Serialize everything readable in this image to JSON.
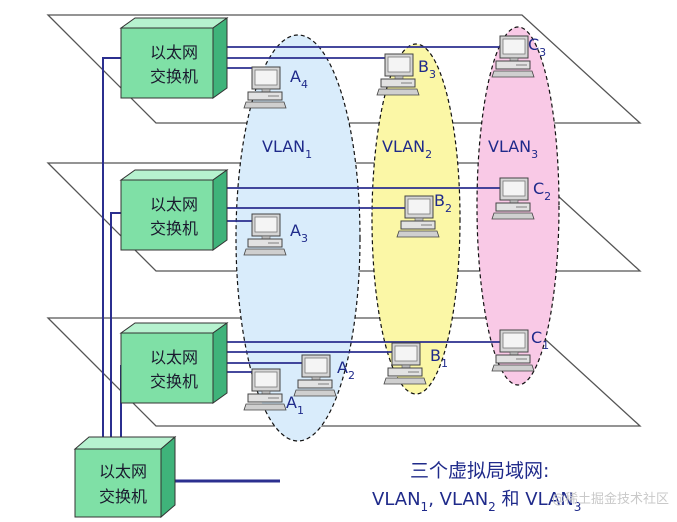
{
  "switch_label": [
    "以太网",
    "交换机"
  ],
  "vlans": [
    {
      "base": "VLAN",
      "sub": "1",
      "color": "#d9ecfb"
    },
    {
      "base": "VLAN",
      "sub": "2",
      "color": "#fbf7a6"
    },
    {
      "base": "VLAN",
      "sub": "3",
      "color": "#f9c9e6"
    }
  ],
  "hosts": [
    {
      "base": "A",
      "sub": "4"
    },
    {
      "base": "A",
      "sub": "3"
    },
    {
      "base": "A",
      "sub": "2"
    },
    {
      "base": "A",
      "sub": "1"
    },
    {
      "base": "B",
      "sub": "3"
    },
    {
      "base": "B",
      "sub": "2"
    },
    {
      "base": "B",
      "sub": "1"
    },
    {
      "base": "C",
      "sub": "3"
    },
    {
      "base": "C",
      "sub": "2"
    },
    {
      "base": "C",
      "sub": "1"
    }
  ],
  "caption": {
    "line1": "三个虚拟局域网:",
    "line2_parts": [
      "VLAN",
      "1",
      ", VLAN",
      "2",
      " 和 VLAN",
      "3"
    ]
  },
  "watermark": "@稀土掘金技术社区",
  "colors": {
    "wire": "#2b2f8f",
    "switch_front": "#7fe0a6",
    "switch_top": "#b6f2cf",
    "switch_side": "#3fb37a",
    "floor_fill": "#ffffff"
  }
}
